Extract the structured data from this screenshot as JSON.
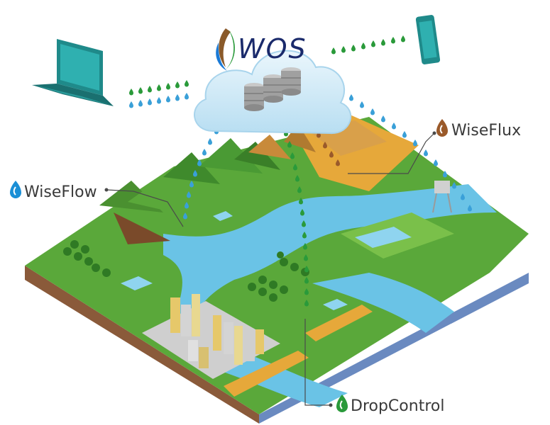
{
  "cloud": {
    "logo_text": "WOS"
  },
  "labels": {
    "wiseflow": "WiseFlow",
    "wiseflux": "WiseFlux",
    "dropcontrol": "DropControl"
  },
  "colors": {
    "wiseflow": "#1a8fd6",
    "wiseflux": "#9a5a2a",
    "dropcontrol": "#2a9a3a",
    "grass": "#5aa83a",
    "water": "#6ac3e6",
    "sand": "#e6a83a"
  },
  "icons": {
    "laptop": "laptop-icon",
    "tablet": "tablet-icon",
    "servers": "database-server-icon",
    "drop": "water-drop-icon"
  }
}
